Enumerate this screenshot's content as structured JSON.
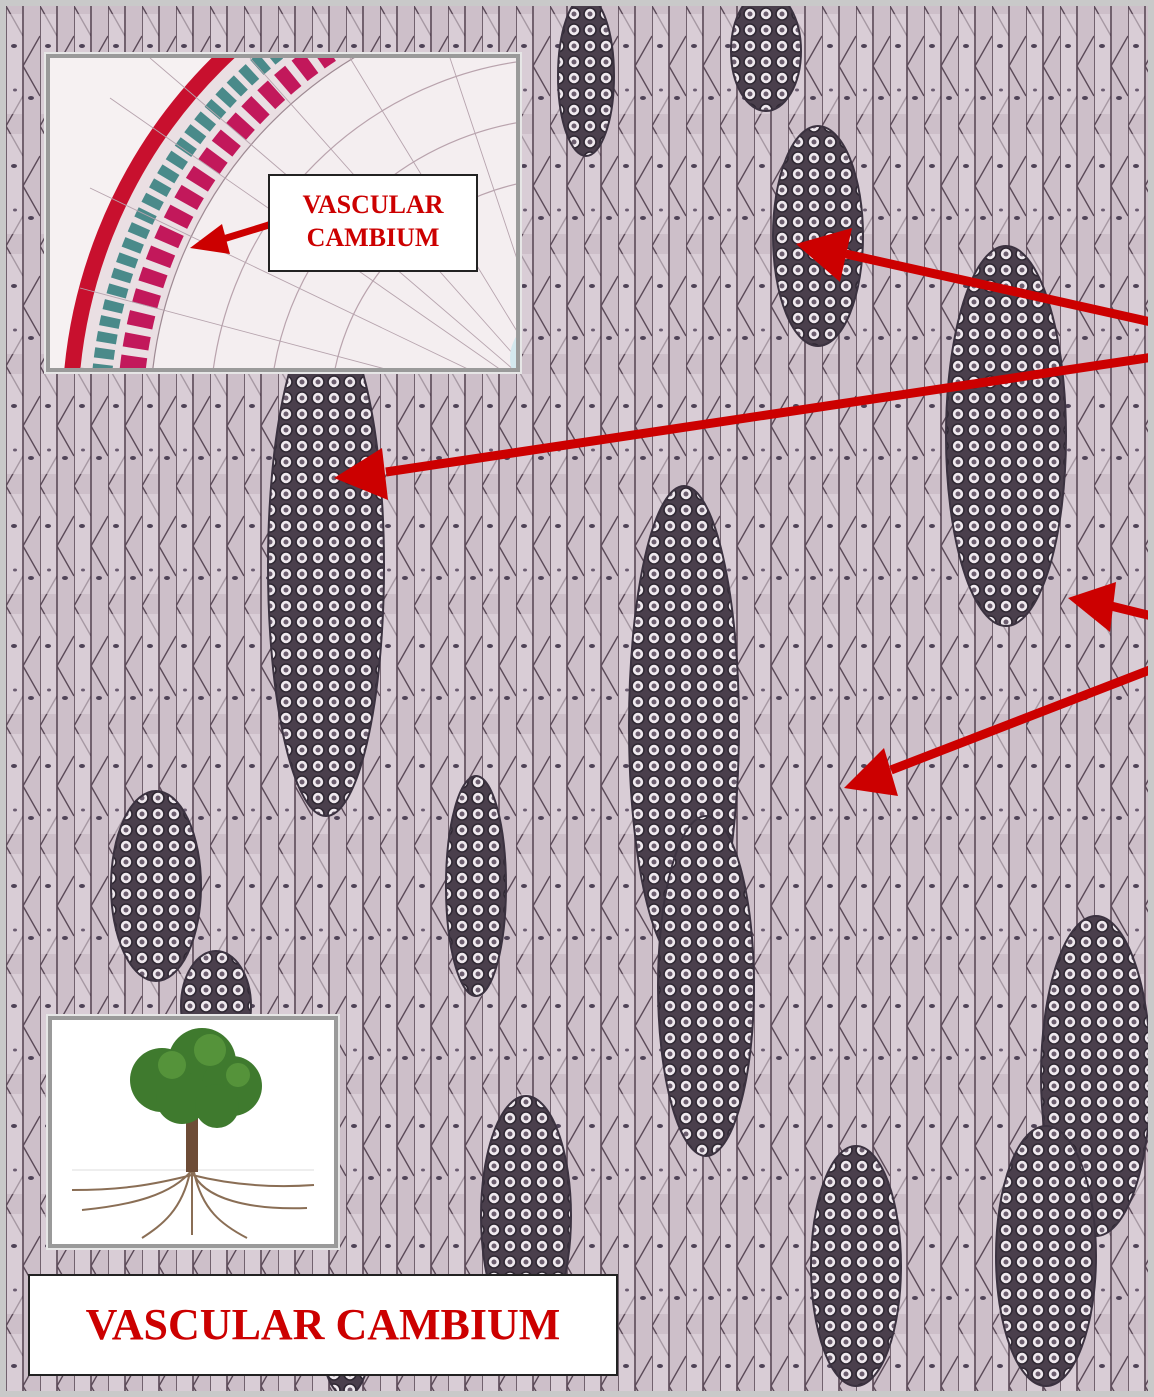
{
  "inset_label": {
    "line1": "VASCULAR",
    "line2": "CAMBIUM"
  },
  "main_title": "VASCULAR CAMBIUM",
  "colors": {
    "accent_red": "#cc0000",
    "tissue_bg": "#b7a9b3",
    "cell_fill_light": "#d9ced5",
    "cell_fill_dark": "#c2b3bd",
    "cell_wall": "#5b4a58",
    "ray_fill": "#4e4550"
  },
  "icons": [
    "arrow-red",
    "tree-illustration",
    "stem-cross-section"
  ]
}
